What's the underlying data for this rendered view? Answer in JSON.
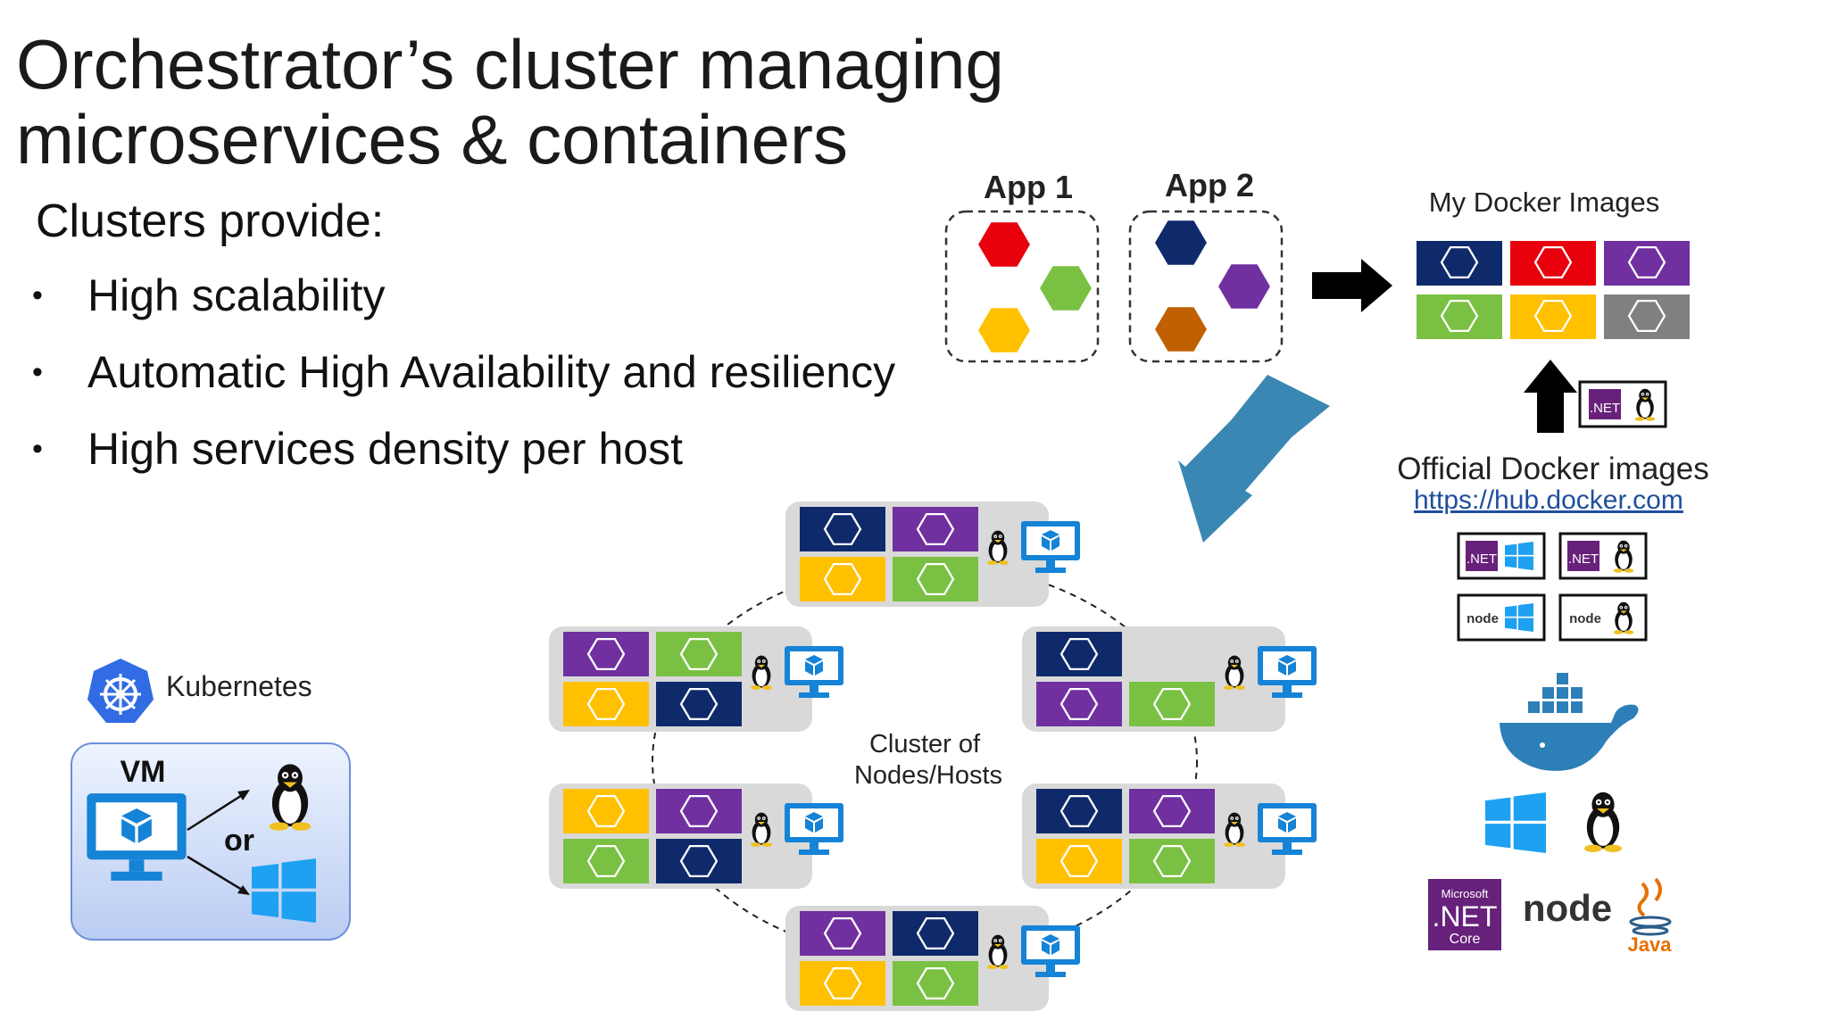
{
  "title": "Orchestrator’s cluster managing microservices & containers",
  "intro": "Clusters provide:",
  "bullets": [
    "High scalability",
    "Automatic High Availability and resiliency",
    "High services density per host"
  ],
  "apps": [
    "App 1",
    "App 2"
  ],
  "my_images_label": "My Docker Images",
  "official_label": "Official Docker images",
  "official_link": "https://hub.docker.com",
  "kubernetes_label": "Kubernetes",
  "vm_label": "VM",
  "or_label": "or",
  "cluster_label_line1": "Cluster of",
  "cluster_label_line2": "Nodes/Hosts",
  "net_logo_text": ".NET",
  "node_logo_text": "node",
  "netcore_text": {
    "top": "Microsoft",
    "mid": ".NET",
    "bot": "Core"
  },
  "java_text": "Java",
  "colors": {
    "red": "#e8000d",
    "green": "#7ac143",
    "yellow": "#ffc000",
    "navy": "#0f2a6b",
    "purple": "#7030a0",
    "orange": "#c06000",
    "gray": "#808080",
    "steel_arrow": "#3a87b3",
    "monitor": "#1583d6"
  }
}
